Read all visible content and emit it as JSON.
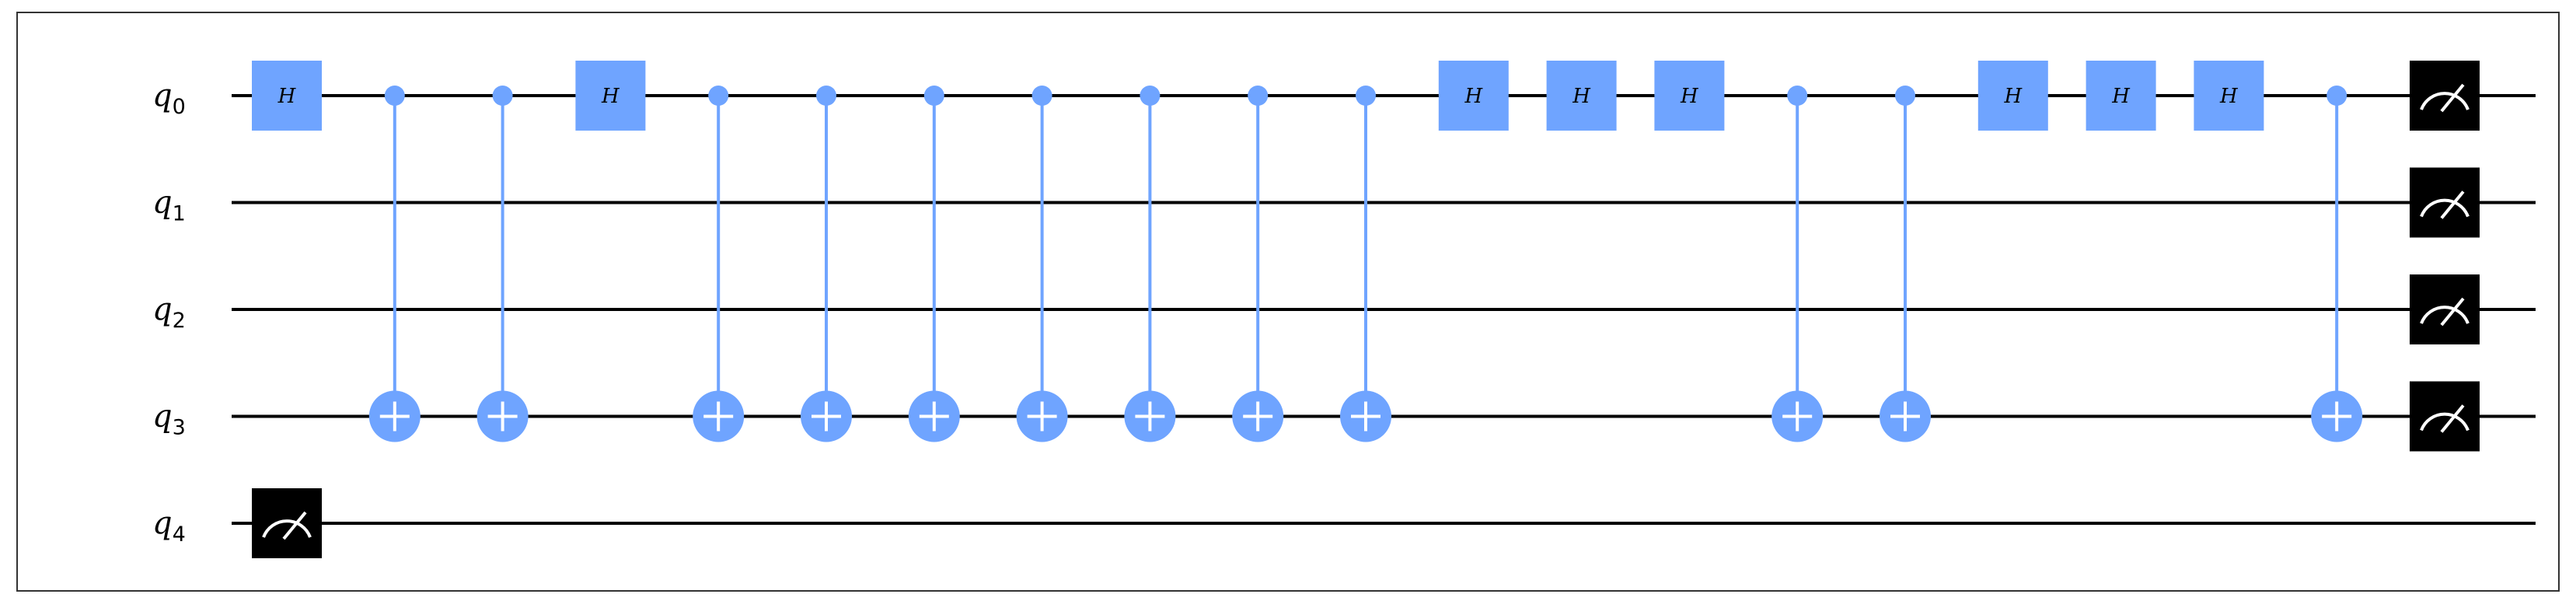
{
  "colors": {
    "gate": "#6fa4ff",
    "measure": "#000000",
    "wire": "#000000",
    "frame": "#333333"
  },
  "qubits": [
    {
      "label": "q",
      "index": "0"
    },
    {
      "label": "q",
      "index": "1"
    },
    {
      "label": "q",
      "index": "2"
    },
    {
      "label": "q",
      "index": "3"
    },
    {
      "label": "q",
      "index": "4"
    }
  ],
  "gate_label_h": "H",
  "operations": [
    {
      "type": "h",
      "qubit": 0,
      "column": 1
    },
    {
      "type": "measure",
      "qubit": 4,
      "column": 1
    },
    {
      "type": "cx",
      "control": 0,
      "target": 3,
      "column": 2
    },
    {
      "type": "cx",
      "control": 0,
      "target": 3,
      "column": 3
    },
    {
      "type": "h",
      "qubit": 0,
      "column": 4
    },
    {
      "type": "cx",
      "control": 0,
      "target": 3,
      "column": 5
    },
    {
      "type": "cx",
      "control": 0,
      "target": 3,
      "column": 6
    },
    {
      "type": "cx",
      "control": 0,
      "target": 3,
      "column": 7
    },
    {
      "type": "cx",
      "control": 0,
      "target": 3,
      "column": 8
    },
    {
      "type": "cx",
      "control": 0,
      "target": 3,
      "column": 9
    },
    {
      "type": "cx",
      "control": 0,
      "target": 3,
      "column": 10
    },
    {
      "type": "cx",
      "control": 0,
      "target": 3,
      "column": 11
    },
    {
      "type": "h",
      "qubit": 0,
      "column": 12
    },
    {
      "type": "h",
      "qubit": 0,
      "column": 13
    },
    {
      "type": "h",
      "qubit": 0,
      "column": 14
    },
    {
      "type": "cx",
      "control": 0,
      "target": 3,
      "column": 15
    },
    {
      "type": "cx",
      "control": 0,
      "target": 3,
      "column": 16
    },
    {
      "type": "h",
      "qubit": 0,
      "column": 17
    },
    {
      "type": "h",
      "qubit": 0,
      "column": 18
    },
    {
      "type": "h",
      "qubit": 0,
      "column": 19
    },
    {
      "type": "cx",
      "control": 0,
      "target": 3,
      "column": 20
    },
    {
      "type": "measure",
      "qubit": 0,
      "column": 21
    },
    {
      "type": "measure",
      "qubit": 1,
      "column": 21
    },
    {
      "type": "measure",
      "qubit": 2,
      "column": 21
    },
    {
      "type": "measure",
      "qubit": 3,
      "column": 21
    }
  ]
}
